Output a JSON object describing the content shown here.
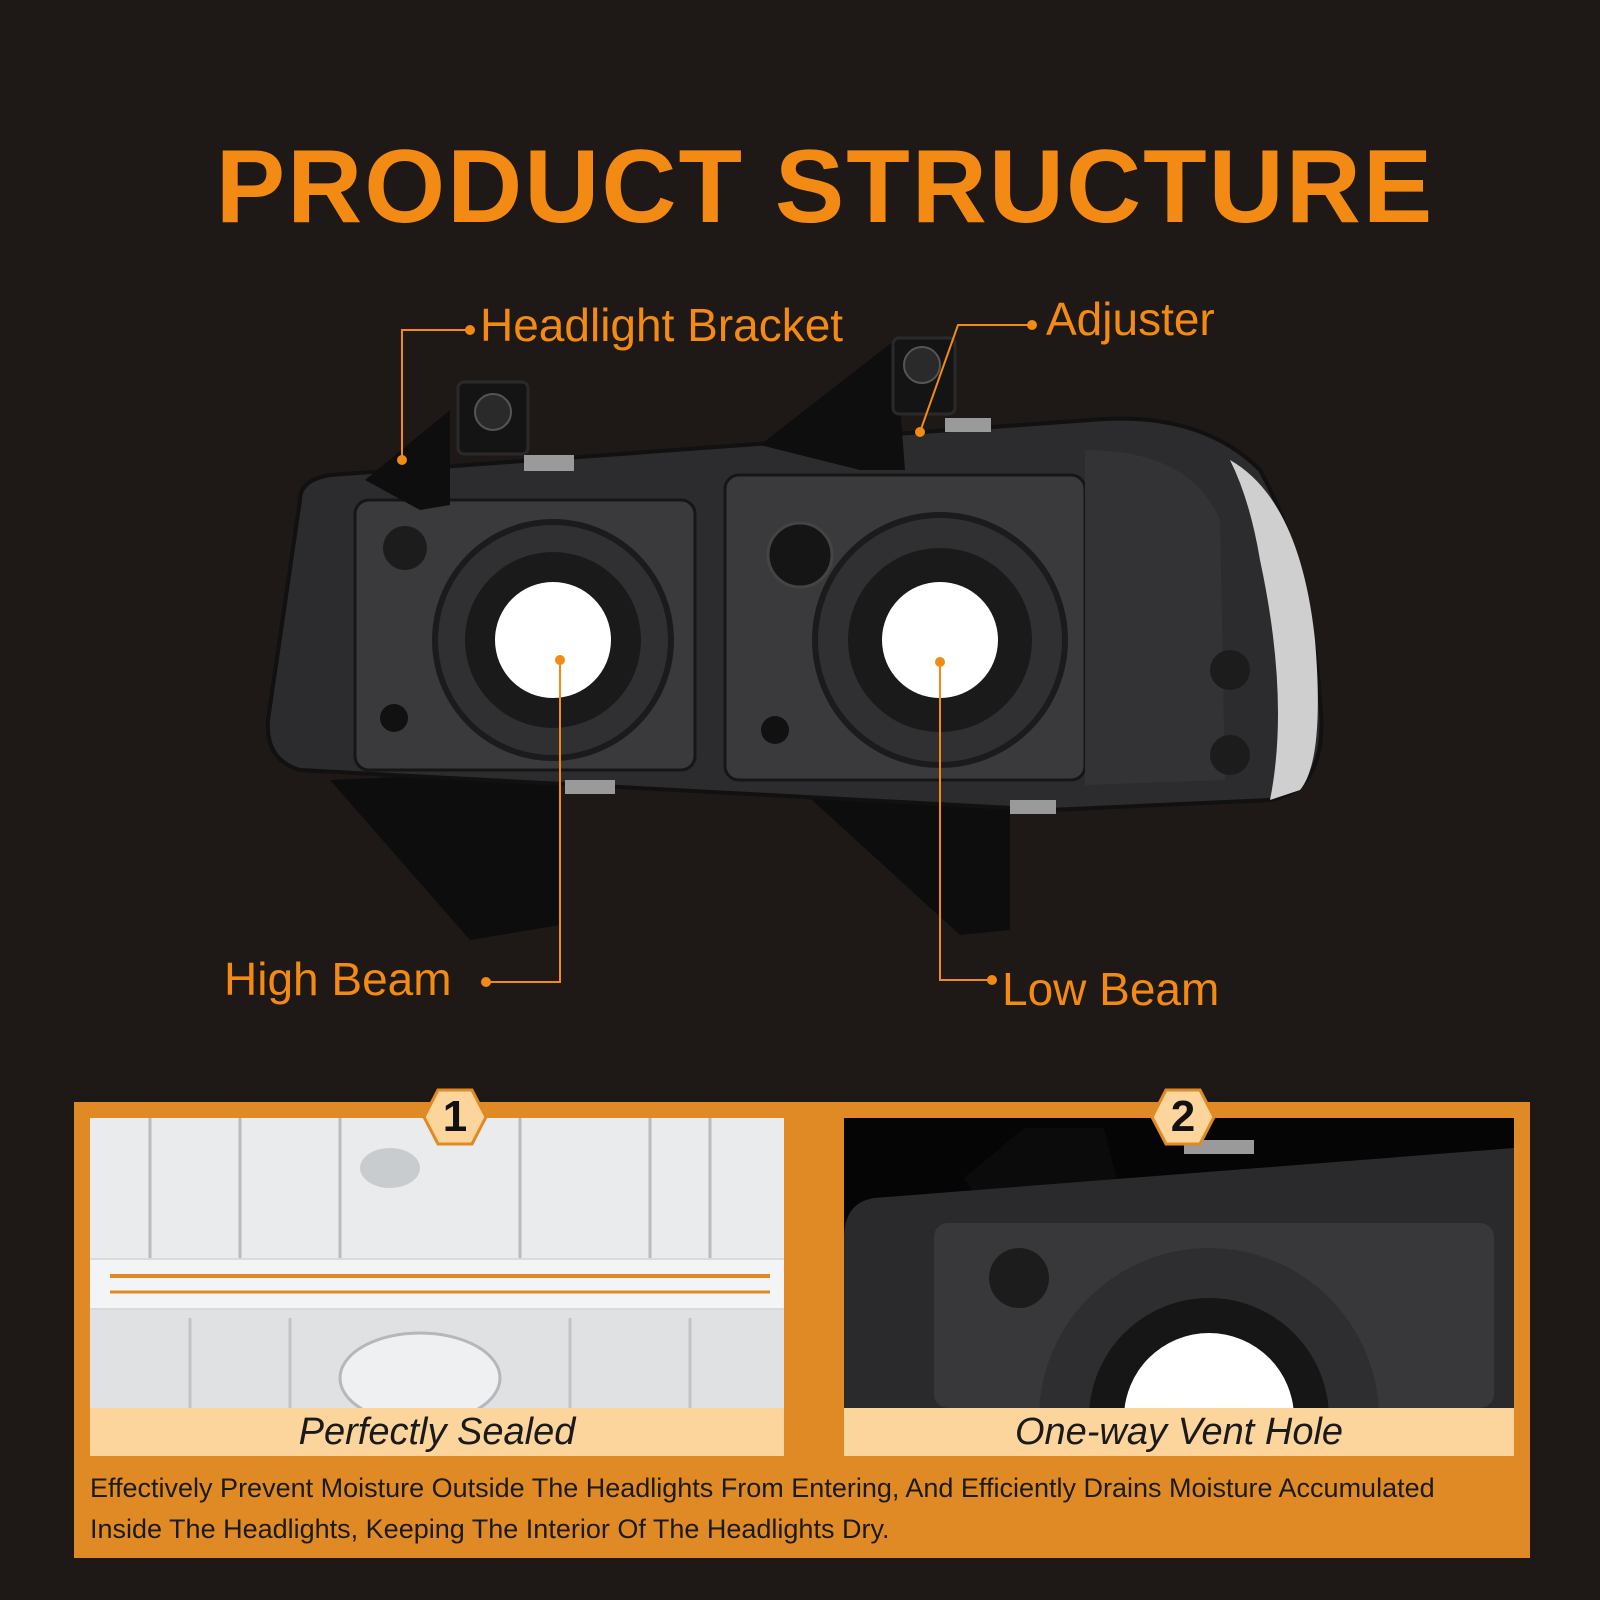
{
  "title": "PRODUCT STRUCTURE",
  "callouts": {
    "bracket": "Headlight Bracket",
    "adjuster": "Adjuster",
    "high_beam": "High Beam",
    "low_beam": "Low Beam"
  },
  "features": [
    {
      "number": "1",
      "caption": "Perfectly Sealed"
    },
    {
      "number": "2",
      "caption": "One-way Vent Hole"
    }
  ],
  "description": "Effectively Prevent Moisture Outside The Headlights From Entering, And Efficiently Drains Moisture Accumulated Inside The Headlights, Keeping The Interior Of The Headlights Dry.",
  "colors": {
    "accent": "#f28a14",
    "background": "#1e1816",
    "panel": "#e08a26",
    "caption_bg": "#fbd59b"
  }
}
